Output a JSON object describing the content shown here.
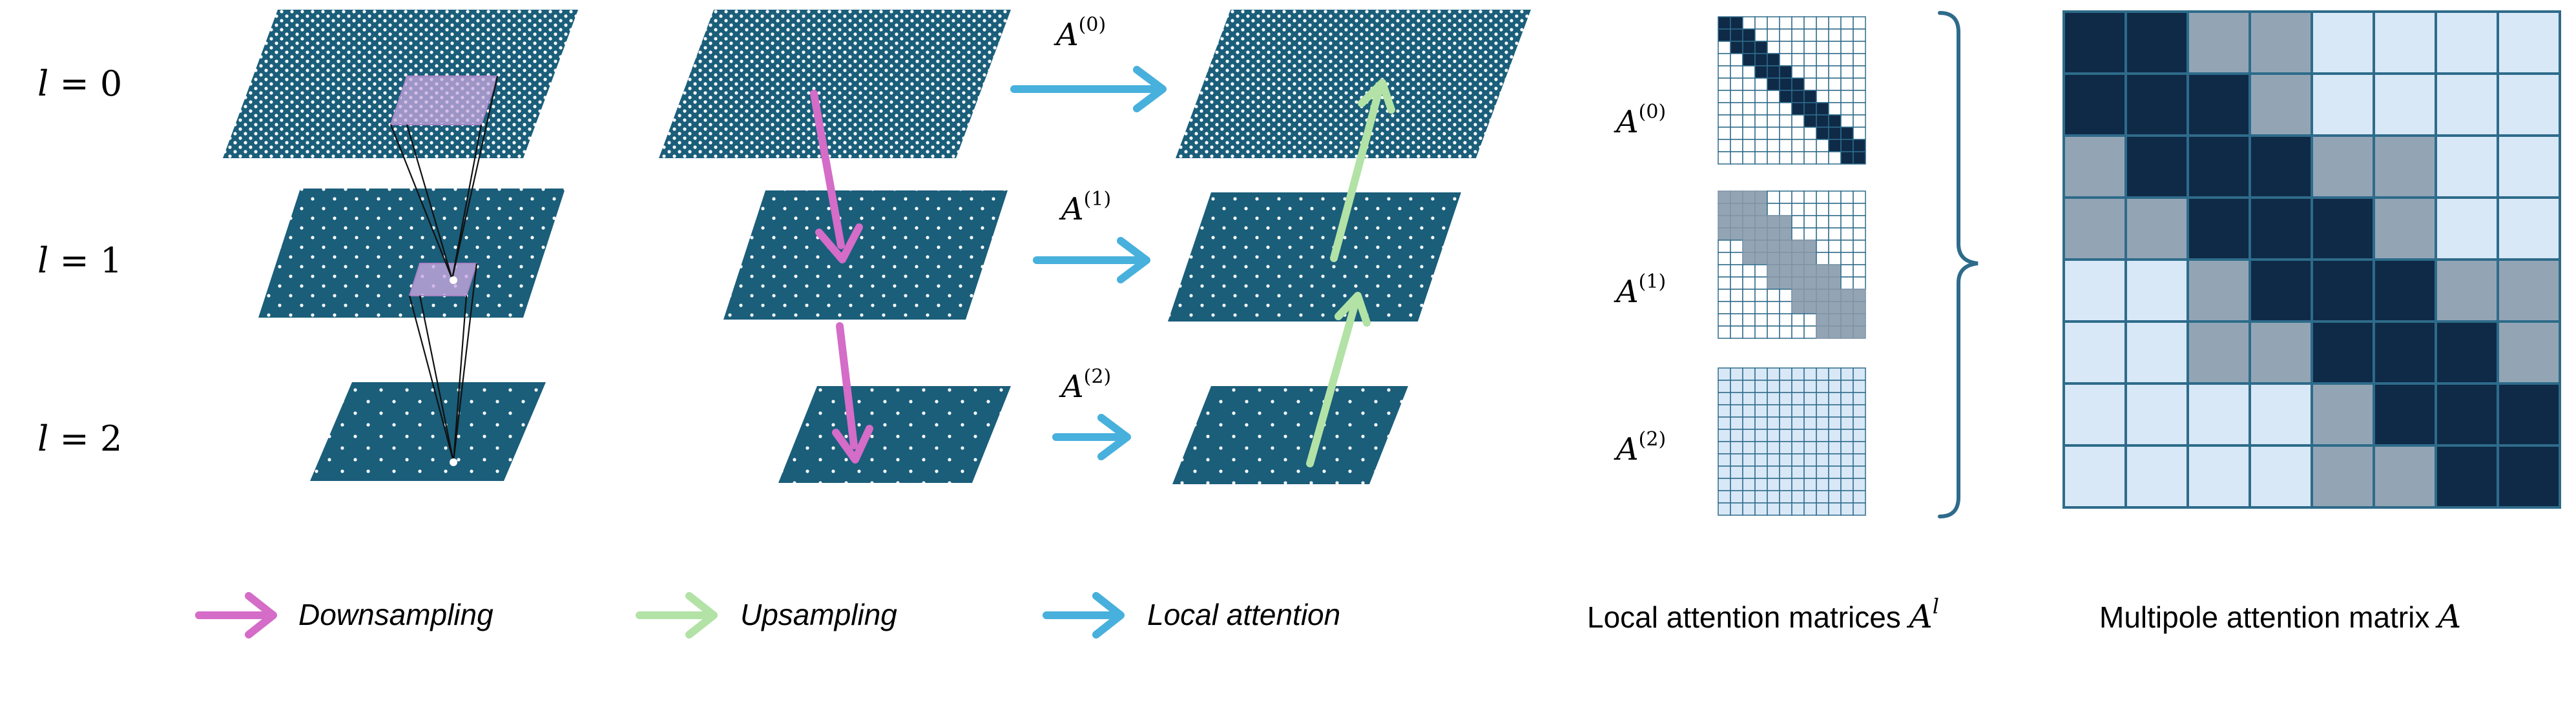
{
  "colors": {
    "plane": "#1a5e7a",
    "dots": "#ffffff",
    "highlight": "#c8a8e0",
    "dark": "#0e2a47",
    "grey": "#93a5b5",
    "light": "#d8e8f7",
    "empty": "#ffffff",
    "gridline": "#2e6b8a",
    "down": "#d46cc8",
    "up": "#b2e2a6",
    "local": "#48b0dc"
  },
  "levels": [
    {
      "math": "l",
      "value": "0"
    },
    {
      "math": "l",
      "value": "1"
    },
    {
      "math": "l",
      "value": "2"
    }
  ],
  "attention_labels": [
    {
      "base": "A",
      "sup": "(0)"
    },
    {
      "base": "A",
      "sup": "(1)"
    },
    {
      "base": "A",
      "sup": "(2)"
    }
  ],
  "legend": {
    "downsampling": "Downsampling",
    "upsampling": "Upsampling",
    "local_attention": "Local attention"
  },
  "captions": {
    "local_matrices_text": "Local attention matrices ",
    "local_matrices_math": "A",
    "local_matrices_sup": "l",
    "multipole_text": "Multipole attention matrix ",
    "multipole_math": "A"
  },
  "matrices": {
    "local_0_dark_band": 1,
    "local_1_grey_band": 2,
    "local_2_fill": "light",
    "multipole": [
      "DDGGLLLL",
      "DDDGLLLL",
      "GDDDGGLL",
      "GGDDDGLL",
      "LLGDDDGG",
      "LLGGDDDG",
      "LLLLGDDD",
      "LLLLGGDD"
    ]
  }
}
